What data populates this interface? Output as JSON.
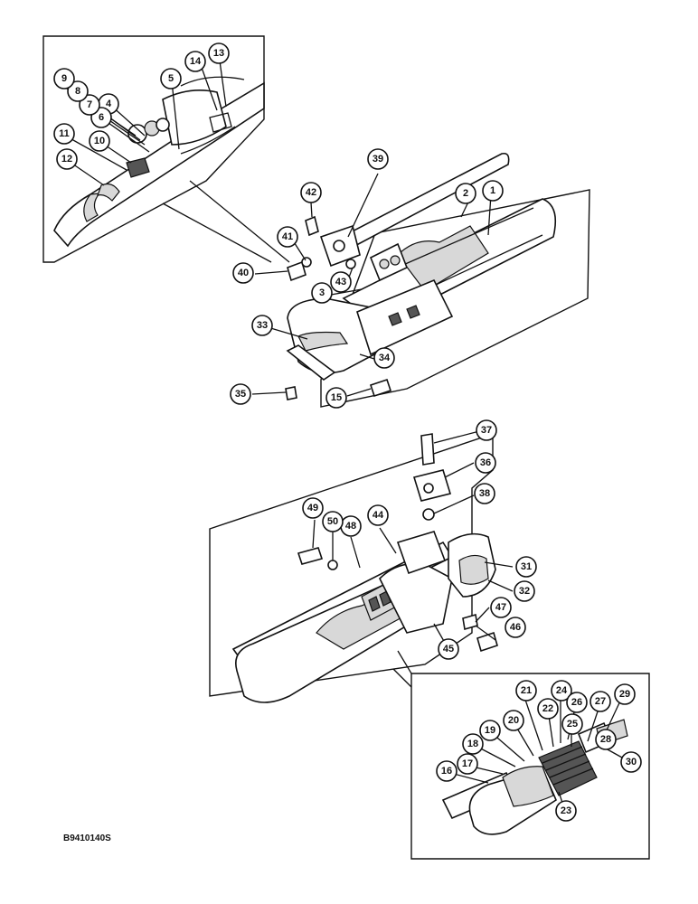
{
  "figure": {
    "reference_code": "B9410140S",
    "callouts": [
      "1",
      "2",
      "3",
      "4",
      "5",
      "6",
      "7",
      "8",
      "9",
      "10",
      "11",
      "12",
      "13",
      "14",
      "15",
      "16",
      "17",
      "18",
      "19",
      "20",
      "21",
      "22",
      "23",
      "24",
      "25",
      "26",
      "27",
      "28",
      "29",
      "30",
      "31",
      "32",
      "33",
      "34",
      "35",
      "36",
      "37",
      "38",
      "39",
      "40",
      "41",
      "42",
      "43",
      "44",
      "45",
      "46",
      "47",
      "48",
      "49",
      "50"
    ]
  }
}
